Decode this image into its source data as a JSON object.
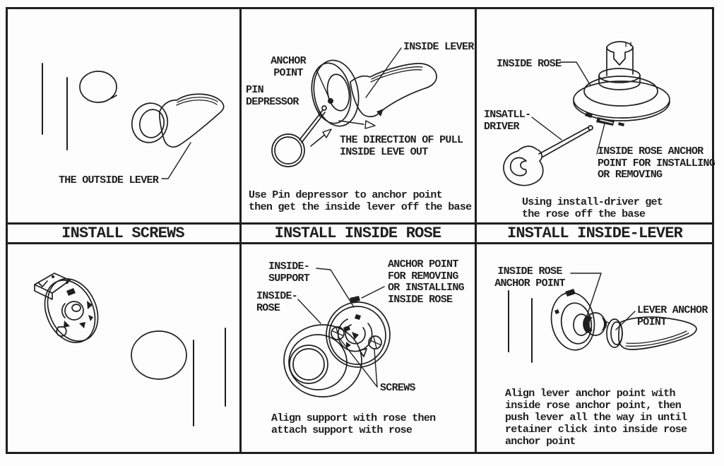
{
  "colors": {
    "ink": "#1f1f1f",
    "background": "#fdfdfd"
  },
  "titles": {
    "col1": "INSTALL SCREWS",
    "col2": "INSTALL INSIDE ROSE",
    "col3": "INSTALL INSIDE-LEVER"
  },
  "panel_outside_lever": {
    "lever_label": "THE OUTSIDE LEVER"
  },
  "panel_pin_depressor": {
    "anchor_point": [
      "ANCHOR",
      "POINT"
    ],
    "pin_depressor": [
      "PIN",
      "DEPRESSOR"
    ],
    "inside_lever": "INSIDE LEVER",
    "direction": [
      "THE DIRECTION OF PULL",
      "INSIDE LEVE OUT"
    ],
    "caption": [
      "Use Pin depressor to anchor point",
      "then get the inside lever off the base"
    ]
  },
  "panel_install_driver": {
    "inside_rose": "INSIDE ROSE",
    "driver": [
      "INSATLL-",
      "DRIVER"
    ],
    "anchor_point": [
      "INSIDE ROSE ANCHOR",
      "POINT FOR INSTALLING",
      "OR REMOVING"
    ],
    "caption": [
      "Using install-driver get",
      "the rose off the base"
    ]
  },
  "panel_install_rose": {
    "inside_support": [
      "INSIDE-",
      "SUPPORT"
    ],
    "inside_rose": [
      "INSIDE-",
      "ROSE"
    ],
    "anchor_point": [
      "ANCHOR POINT",
      "FOR REMOVING",
      "OR INSTALLING",
      "INSIDE ROSE"
    ],
    "screws": "SCREWS",
    "caption": [
      "Align support with rose then",
      "attach support with rose"
    ]
  },
  "panel_install_lever": {
    "rose_anchor": [
      "INSIDE ROSE",
      "ANCHOR POINT"
    ],
    "lever_anchor": [
      "LEVER ANCHOR",
      "POINT"
    ],
    "caption": [
      "Align lever anchor point with",
      "inside rose anchor point, then",
      "push lever all the way in until",
      "retainer click into inside rose",
      "anchor point"
    ]
  }
}
